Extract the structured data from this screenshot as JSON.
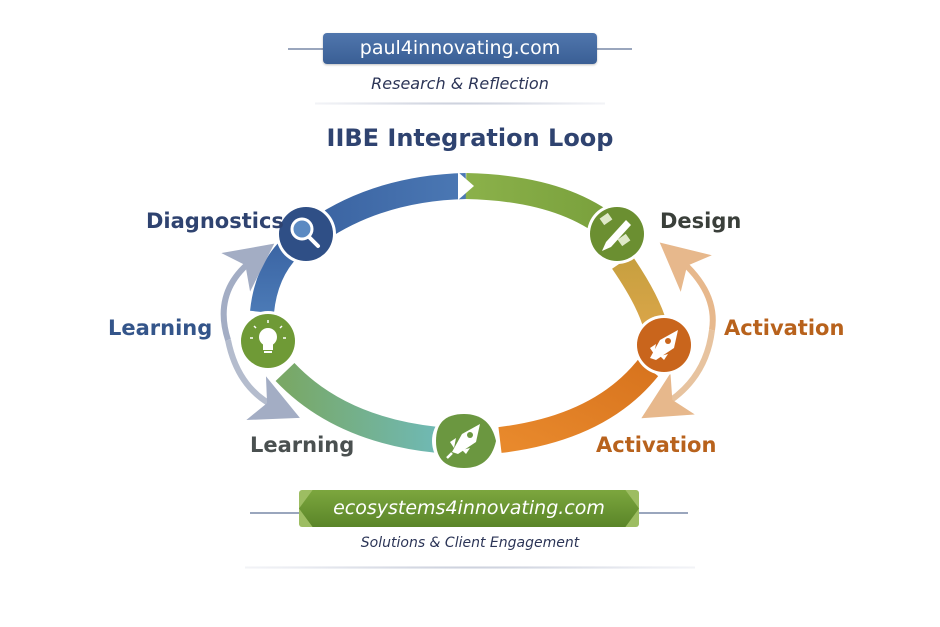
{
  "header": {
    "site": "paul4innovating.com",
    "subtitle": "Research & Reflection"
  },
  "title": "IIBE Integration Loop",
  "stages": {
    "diagnostics": {
      "label": "Diagnostics",
      "icon": "magnifier-icon",
      "color": "#2f4f86"
    },
    "design": {
      "label": "Design",
      "icon": "pencil-ruler-icon",
      "color": "#6b8f31"
    },
    "activation_right": {
      "label": "Activation",
      "icon": "rocket-icon",
      "color": "#c9651c"
    },
    "activation_bottom": {
      "label": "Activation",
      "color": "#b8621c"
    },
    "learning_bottom": {
      "label": "Learning",
      "icon": "rocket-icon",
      "color": "#6b8f31"
    },
    "learning_left": {
      "label": "Learning",
      "icon": "lightbulb-icon",
      "color": "#6b8f31"
    }
  },
  "label_colors": {
    "diagnostics": "#2f4370",
    "design": "#3a3f3a",
    "activation": "#b8621c",
    "learning_left": "#34558a",
    "learning_bottom": "#4a5050"
  },
  "footer": {
    "site": "ecosystems4innovating.com",
    "subtitle": "Solutions & Client Engagement"
  }
}
